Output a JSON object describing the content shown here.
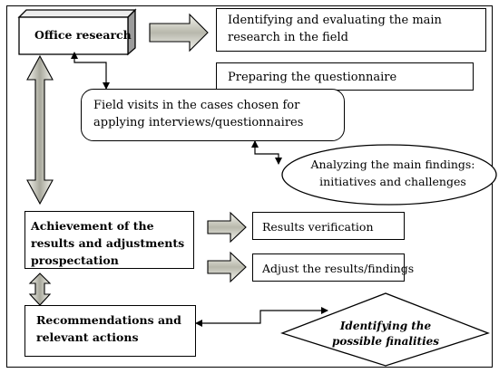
{
  "nodes": {
    "office_research": "Office research",
    "identifying_research": "Identifying and evaluating the main research in the field",
    "preparing_questionnaire": "Preparing the questionnaire",
    "field_visits": "Field visits in the cases chosen for applying interviews/questionnaires",
    "analyzing_findings": "Analyzing the main findings: initiatives and challenges",
    "achievement_results": "Achievement of the results and adjustments prospectation",
    "results_verification": "Results verification",
    "adjust_results": "Adjust the results/findings",
    "recommendations": "Recommendations and relevant actions",
    "identifying_finalities": "Identifying the possible finalities"
  }
}
